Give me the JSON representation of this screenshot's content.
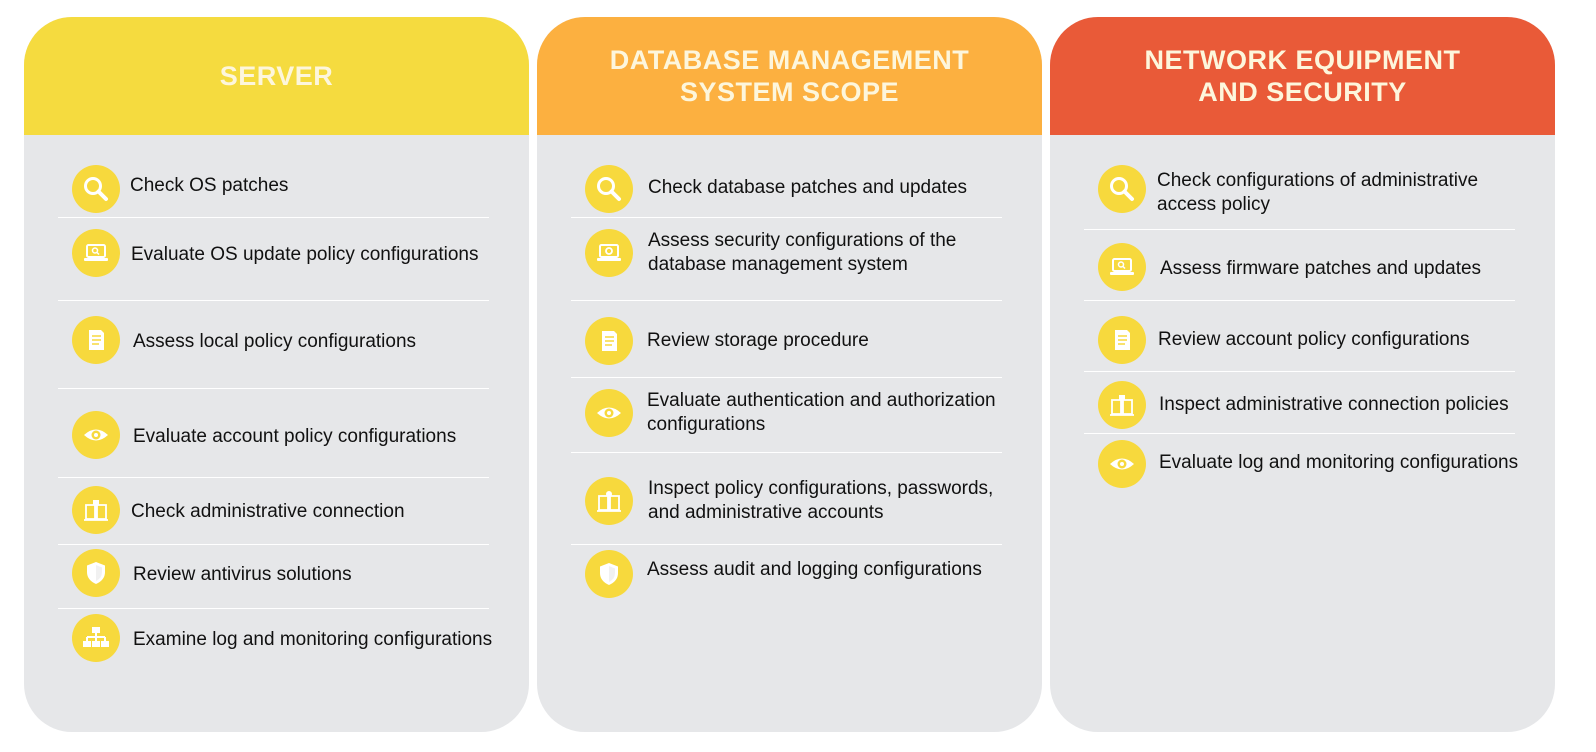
{
  "colors": {
    "server_header": "#f5db3f",
    "database_header": "#fcb040",
    "network_header": "#e95a38",
    "card_body": "#e6e7e9",
    "icon_circle": "#f7d93d",
    "icon_glyph": "#ffffff"
  },
  "columns": [
    {
      "title": "SERVER",
      "items": [
        {
          "icon": "magnifier-icon",
          "label": "Check OS patches"
        },
        {
          "icon": "laptop-search-icon",
          "label": "Evaluate OS update policy configurations"
        },
        {
          "icon": "document-icon",
          "label": "Assess local policy configurations"
        },
        {
          "icon": "eye-icon",
          "label": "Evaluate account policy configurations"
        },
        {
          "icon": "connection-book-icon",
          "label": "Check administrative connection"
        },
        {
          "icon": "shield-icon",
          "label": "Review antivirus solutions"
        },
        {
          "icon": "network-hierarchy-icon",
          "label": "Examine log and monitoring configurations"
        }
      ]
    },
    {
      "title": "DATABASE MANAGEMENT\nSYSTEM SCOPE",
      "items": [
        {
          "icon": "magnifier-icon",
          "label": "Check database patches and updates"
        },
        {
          "icon": "laptop-gear-icon",
          "label": "Assess security configurations of the database management system"
        },
        {
          "icon": "document-icon",
          "label": "Review storage procedure"
        },
        {
          "icon": "eye-gear-icon",
          "label": "Evaluate authentication and authorization configurations"
        },
        {
          "icon": "book-gear-icon",
          "label": "Inspect policy configurations, passwords, and administrative accounts"
        },
        {
          "icon": "shield-icon",
          "label": "Assess audit and logging configurations"
        }
      ]
    },
    {
      "title": "NETWORK EQUIPMENT\nAND SECURITY",
      "items": [
        {
          "icon": "magnifier-icon",
          "label": "Check configurations of administrative access policy"
        },
        {
          "icon": "laptop-search-icon",
          "label": "Assess firmware patches and updates"
        },
        {
          "icon": "document-icon",
          "label": "Review account policy configurations"
        },
        {
          "icon": "connection-book-icon",
          "label": "Inspect administrative connection policies"
        },
        {
          "icon": "eye-gear-icon",
          "label": "Evaluate log and monitoring configurations"
        }
      ]
    }
  ]
}
